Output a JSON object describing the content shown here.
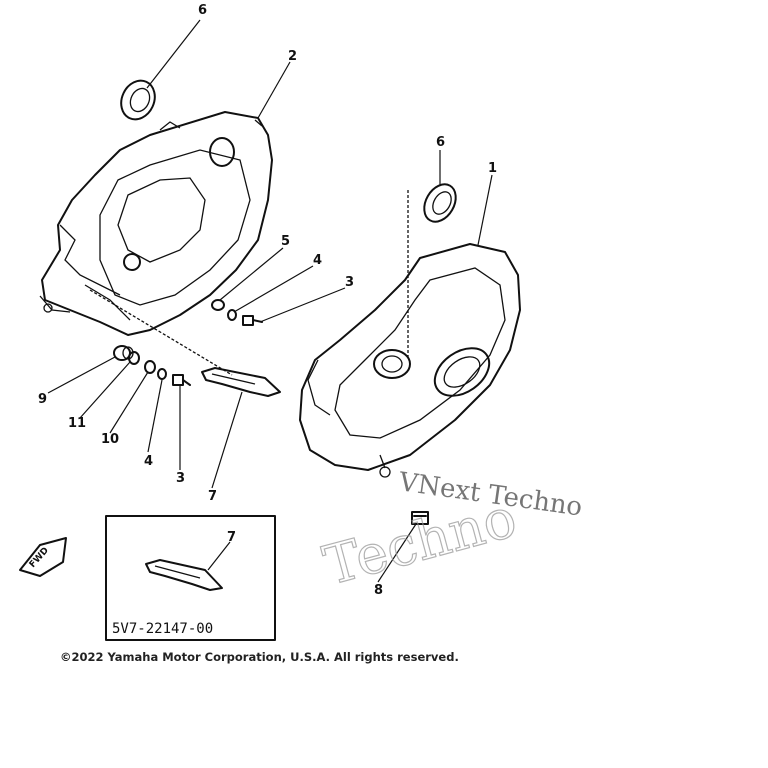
{
  "callouts": [
    {
      "id": "c6a",
      "text": "6"
    },
    {
      "id": "c2",
      "text": "2"
    },
    {
      "id": "c6b",
      "text": "6"
    },
    {
      "id": "c1",
      "text": "1"
    },
    {
      "id": "c5",
      "text": "5"
    },
    {
      "id": "c4a",
      "text": "4"
    },
    {
      "id": "c3a",
      "text": "3"
    },
    {
      "id": "c9",
      "text": "9"
    },
    {
      "id": "c11",
      "text": "11"
    },
    {
      "id": "c10",
      "text": "10"
    },
    {
      "id": "c4b",
      "text": "4"
    },
    {
      "id": "c3b",
      "text": "3"
    },
    {
      "id": "c7a",
      "text": "7"
    },
    {
      "id": "c8",
      "text": "8"
    },
    {
      "id": "c7b",
      "text": "7"
    }
  ],
  "inset": {
    "part_number": "5V7-22147-00",
    "callout": "7"
  },
  "fwd_arrow": {
    "text": "FWD"
  },
  "watermark": {
    "line1": "VNext Techno",
    "line2": "Techno"
  },
  "copyright": "©2022 Yamaha Motor Corporation, U.S.A. All rights reserved."
}
